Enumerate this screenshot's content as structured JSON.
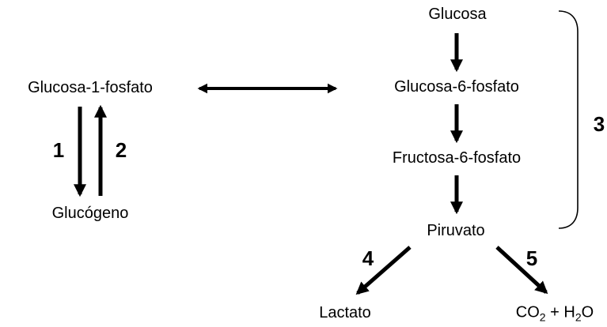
{
  "diagram": {
    "nodes": {
      "glucosa": "Glucosa",
      "glucosa_6_fosfato": "Glucosa-6-fosfato",
      "fructosa_6_fosfato": "Fructosa-6-fosfato",
      "piruvato": "Piruvato",
      "glucosa_1_fosfato": "Glucosa-1-fosfato",
      "glucogeno": "Glucógeno",
      "lactato": "Lactato",
      "co2_h2o": {
        "co": "CO",
        "co_sub": "2",
        "plus_h": " + H",
        "h_sub": "2",
        "o": "O"
      }
    },
    "step_labels": {
      "step1": "1",
      "step2": "2",
      "step3": "3",
      "step4": "4",
      "step5": "5"
    },
    "colors": {
      "arrow": "#000000",
      "text": "#000000",
      "background": "#ffffff"
    }
  }
}
